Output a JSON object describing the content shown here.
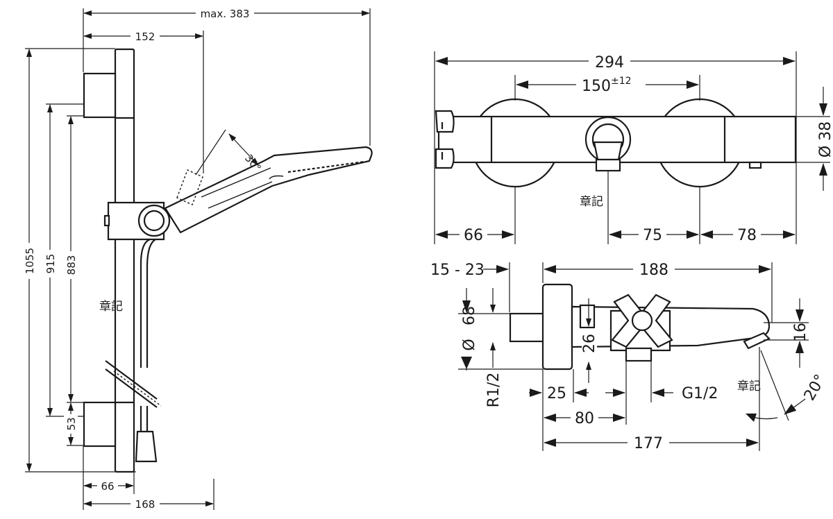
{
  "shower_set": {
    "dims": {
      "max_width": "max. 383",
      "holder_offset": "152",
      "total_height": "1055",
      "bracket_spacing_outer": "915",
      "bracket_spacing_inner": "883",
      "bottom_offset": "53",
      "wall_depth_bar": "66",
      "wall_depth_total": "168",
      "tilt_angle": "30°"
    },
    "stamp": "章記"
  },
  "thermostat_top": {
    "dims": {
      "overall_length": "294",
      "center_distance": "150",
      "center_tolerance": "±12",
      "diameter": "Ø 38",
      "left_offset": "66",
      "middle_offset": "75",
      "right_offset": "78"
    },
    "stamp": "章記"
  },
  "thermostat_side": {
    "dims": {
      "wall_depth": "15 - 23",
      "projection": "188",
      "body_diameter_value": "68",
      "body_diameter_symbol": "Ø",
      "thread_inlet": "R1/2",
      "outlet_diameter": "26",
      "offset_25": "25",
      "thread_outlet": "G1/2",
      "offset_80": "80",
      "spout_length": "177",
      "spout_height": "16",
      "spout_angle": "20°"
    },
    "stamp": "章記"
  }
}
